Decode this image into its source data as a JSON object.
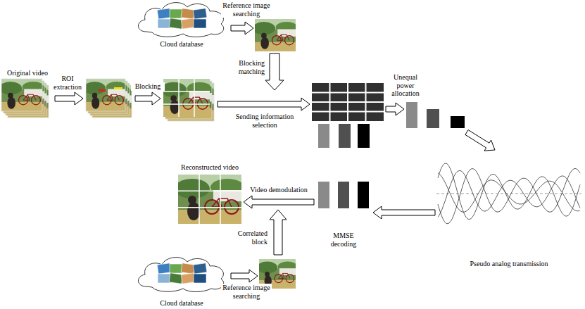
{
  "diagram": {
    "nodes": [
      {
        "text": [
          "Cloud database"
        ]
      },
      {
        "text": [
          "Original video"
        ]
      },
      {
        "text": [
          "Reconstructed video"
        ]
      },
      {
        "text": [
          "MMSE decoding"
        ]
      },
      {
        "text": [
          "Pseudo analog transmission"
        ]
      },
      {
        "text": [
          "Cloud database"
        ]
      }
    ],
    "edges": [
      {
        "from": 4,
        "to": 3,
        "arrow": "to"
      },
      {
        "from": 3,
        "to": 2,
        "label": "Video demodulation",
        "arrow": "to"
      }
    ],
    "labels": [
      "Reference image searching",
      "ROI extraction",
      "Blocking",
      "Blocking matching",
      "Sending information selection",
      "Unequal power allocation",
      "Correlated block",
      "Reference image searching"
    ]
  }
}
